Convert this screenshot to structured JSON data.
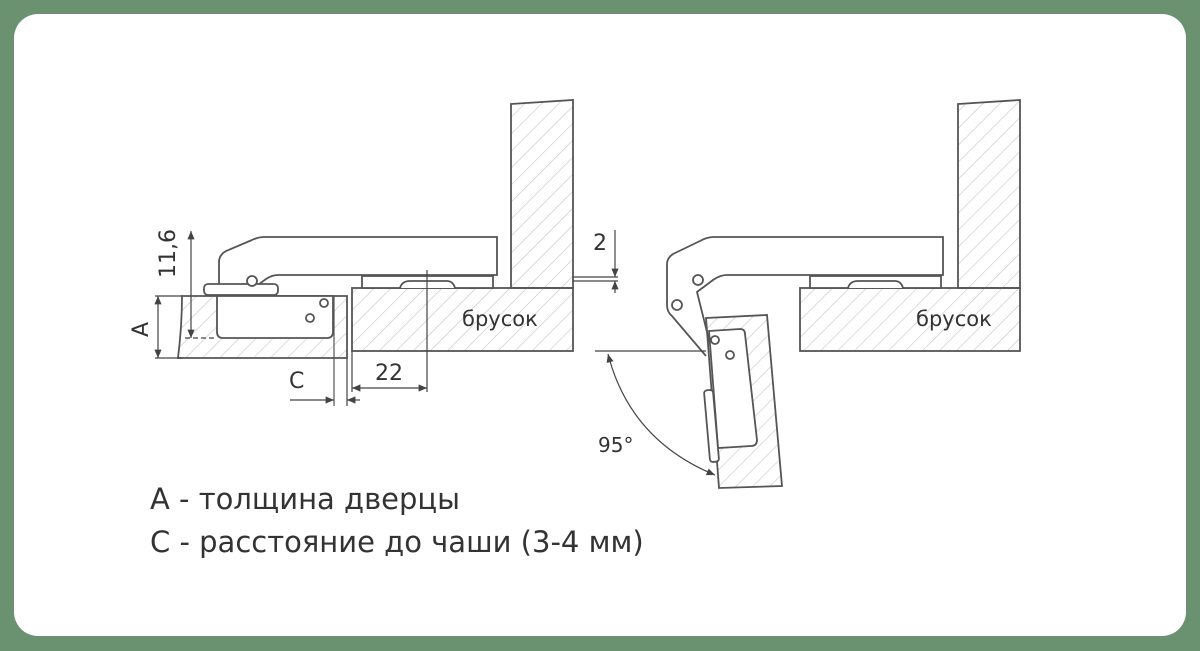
{
  "labels": {
    "dim_height": "11,6",
    "dim_a": "A",
    "dim_c": "C",
    "dim_22": "22",
    "dim_2": "2",
    "angle": "95°",
    "block_left": "брусок",
    "block_right": "брусок"
  },
  "legend": {
    "line_a": "А - толщина дверцы",
    "line_c": "С - расстояние до чаши (3-4 мм)"
  },
  "colors": {
    "background": "#6b9270",
    "card": "#ffffff",
    "stroke": "#555555",
    "hatch": "#c4c4c4"
  }
}
